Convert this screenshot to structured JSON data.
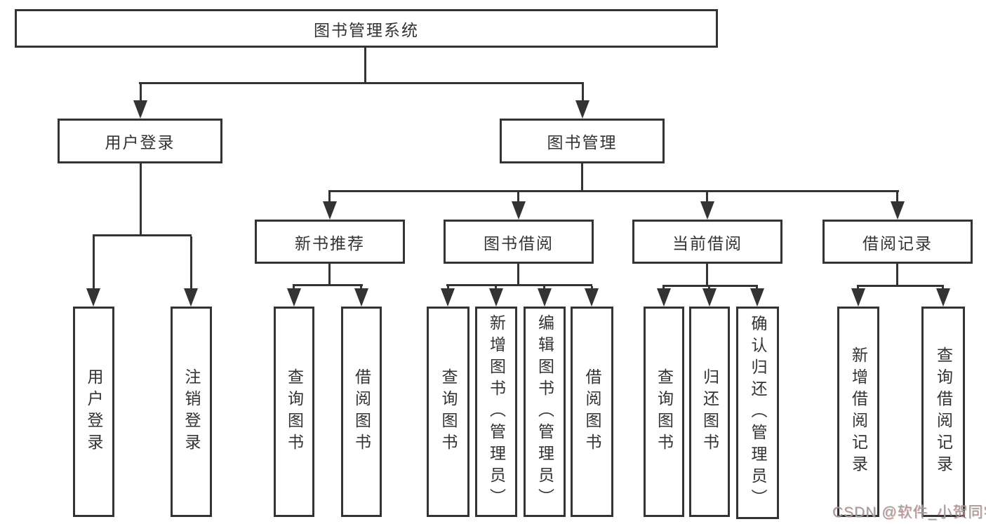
{
  "diagram": {
    "title": "图书管理系统",
    "watermark": "CSDN @软件_小贺同学",
    "colors": {
      "line": "#333333",
      "text": "#333333",
      "box_fill": "#ffffff",
      "background": "#ffffff",
      "watermark": "#9e9e9e"
    },
    "root": {
      "label": "图书管理系统"
    },
    "level2": [
      {
        "label": "用户登录"
      },
      {
        "label": "图书管理"
      }
    ],
    "level3": [
      {
        "label": "新书推荐"
      },
      {
        "label": "图书借阅"
      },
      {
        "label": "当前借阅"
      },
      {
        "label": "借阅记录"
      }
    ],
    "leaves": {
      "user_login": [
        "用户登录",
        "注销登录"
      ],
      "new_book": [
        "查询图书",
        "借阅图书"
      ],
      "borrow": [
        "查询图书",
        "新增图书（管理员）",
        "编辑图书（管理员）",
        "借阅图书"
      ],
      "current": [
        "查询图书",
        "归还图书",
        "确认归还（管理员）"
      ],
      "record": [
        "新增借阅记录",
        "查询借阅记录"
      ]
    }
  }
}
